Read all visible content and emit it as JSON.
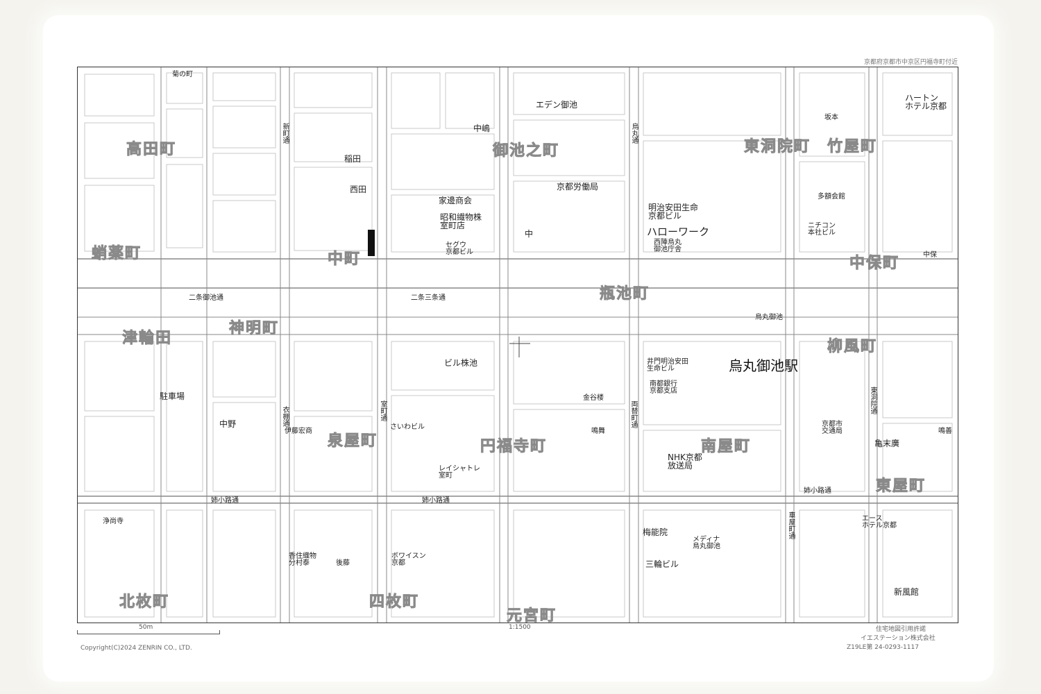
{
  "header": {
    "address": "京都府京都市中京区円福寺町付近"
  },
  "map": {
    "station": "烏丸御池駅",
    "town_names": {
      "tsunoda": "津輪田",
      "shinmei": "神明町",
      "takata_left": "高田町",
      "nagaiki": "御池之町",
      "tochu": "中町",
      "ikesu": "瓶池町",
      "hakozake": "泉屋町",
      "enfukuji": "円福寺町",
      "minamiya": "南屋町",
      "higashi": "東屋町",
      "shinsha": "柳風町",
      "tokoto": "中保町",
      "kojima": "蛸薬町",
      "bottom_left": "北枚町",
      "bottom_mid": "四枚町",
      "bottom_right": "元宮町",
      "top_mid": "東洞院町",
      "top_right": "竹屋町"
    },
    "buildings": {
      "b1": "菊の町",
      "b2": "稲田",
      "b3": "西田",
      "b4": "中嶋",
      "b5": "京都労働局",
      "b6": "家邊商会",
      "b7": "昭和繊物株\n室町店",
      "b8": "セグウ\n京都ビル",
      "b9": "明治安田生命\n京都ビル",
      "b10": "ハローワーク",
      "b11": "西陣烏丸\n御池庁舎",
      "b12": "エデン御池",
      "b13": "ハートン\nホテル京都",
      "b14": "多額会館",
      "b15": "ニチコン\n本社ビル",
      "b16": "駐車場",
      "b17": "ビル株池",
      "b18": "井門明治安田\n生命ビル",
      "b19": "南都銀行\n京都支店",
      "b20": "NHK京都\n放送局",
      "b21": "京都市\n交通局",
      "b22": "亀末廣",
      "b23": "中野",
      "b24": "伊藤宏商",
      "b25": "さいわビル",
      "b26": "レイシャトレ\n室町",
      "b27": "梅能院",
      "b28": "メディナ\n烏丸御池",
      "b29": "三輪ビル",
      "b30": "エース\nホテル京都",
      "b31": "新風館",
      "b32": "ボワイスン\n京都",
      "b33": "香住織物\n分村泰",
      "b34": "後藤",
      "b35": "浄尚寺",
      "b36": "鳴舞",
      "b37": "金谷楼",
      "b38": "烏丸御池",
      "b39": "中",
      "b40": "中保",
      "b41": "坂本",
      "b42": "鳴善"
    },
    "streets": {
      "oike": "二条御池通",
      "oike2": "二条三条通",
      "anekoji": "姉小路通",
      "anekoji2": "姉小路通",
      "anekoji3": "姉小路通",
      "karasuma": "烏丸通",
      "muromachi": "室町通",
      "tounoin": "東洞院通",
      "shinmachi": "新町通",
      "kuruma": "車屋町通",
      "ryogae": "両替町通",
      "koromo": "衣棚通"
    }
  },
  "footer": {
    "scale_label": "50m",
    "ratio": "1:1500",
    "copyright": "Copyright(C)2024 ZENRIN CO., LTD.",
    "publisher_line1": "住宅地図引用許諾",
    "publisher_line2": "イエステーション株式会社",
    "publisher_line3": "Z19LE第 24-0293-1117"
  }
}
